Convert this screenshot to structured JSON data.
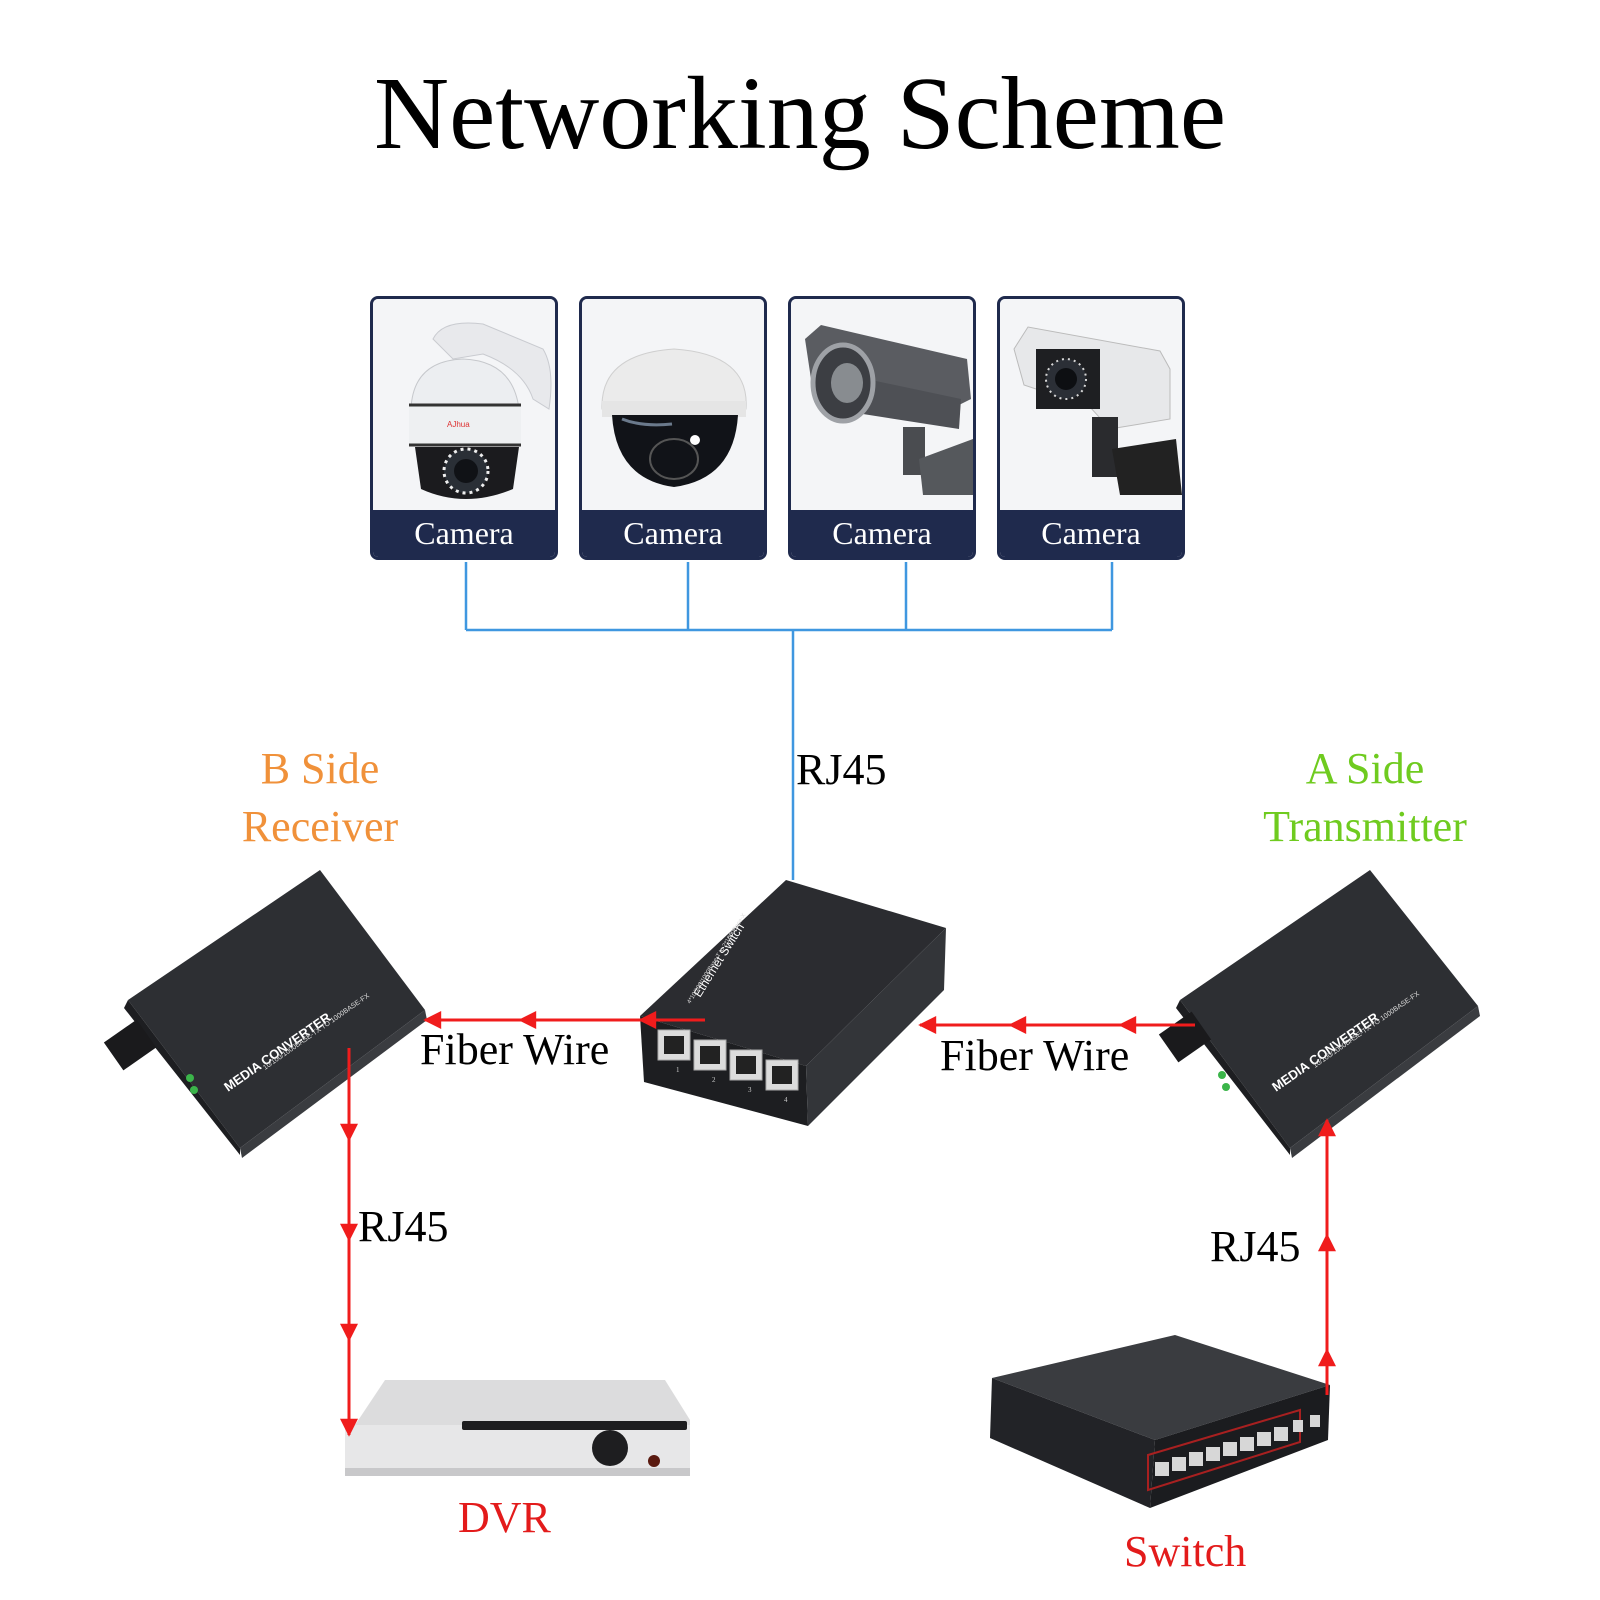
{
  "title": "Networking Scheme",
  "cameras": [
    {
      "label": "Camera",
      "type": "ptz-dome",
      "brand_mark": "AJhua"
    },
    {
      "label": "Camera",
      "type": "dome"
    },
    {
      "label": "Camera",
      "type": "bullet-dark"
    },
    {
      "label": "Camera",
      "type": "bullet-white"
    }
  ],
  "links": {
    "camera_to_switch": "RJ45",
    "switch_to_receiver": "Fiber Wire",
    "transmitter_to_switch": "Fiber Wire",
    "receiver_to_dvr": "RJ45",
    "lan_switch_to_transmitter": "RJ45"
  },
  "b_side": {
    "line1": "B Side",
    "line2": "Receiver",
    "color": "#f0913a"
  },
  "a_side": {
    "line1": "A Side",
    "line2": "Transmitter",
    "color": "#6fcb1f"
  },
  "devices": {
    "media_converter": {
      "brand": "MEDIA CONVERTER",
      "spec": "10/100/1000BASE-TX TO 1000BASE-FX"
    },
    "ethernet_switch": {
      "name": "Ethernet Switch",
      "spec": "4*10/100/1000Base-T to 2*1000Base-X",
      "ports": [
        "1",
        "2",
        "3",
        "4"
      ]
    },
    "dvr": {
      "label": "DVR"
    },
    "lan_switch": {
      "label": "Switch"
    }
  },
  "colors": {
    "camera_card": "#1f2a4d",
    "rj45_line": "#3f97e0",
    "fiber_line": "#f01c1c",
    "device_label": "#e31b1b"
  }
}
